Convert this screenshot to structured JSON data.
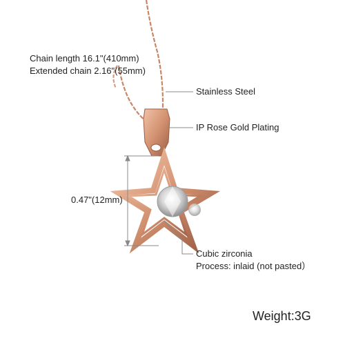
{
  "specs": {
    "chain_length": "Chain length 16.1\"(410mm)",
    "extended_chain": "Extended chain 2.16\"(55mm)"
  },
  "callouts": {
    "material": "Stainless Steel",
    "plating": "IP Rose Gold Plating",
    "stone": "Cubic zirconia",
    "process": "Process: inlaid (not pasted）"
  },
  "dimension": {
    "pendant_height": "0.47\"(12mm)"
  },
  "weight": "Weight:3G",
  "colors": {
    "rose_gold": "#d59a79",
    "rose_gold_dark": "#a8684c",
    "leader_line": "#888888",
    "text": "#222222"
  }
}
